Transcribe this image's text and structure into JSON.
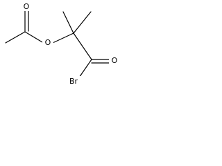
{
  "molecule": {
    "atoms": {
      "O_ester": "O",
      "O_carbonyl_top": "O",
      "O_carbonyl_right": "O",
      "Br": "Br"
    },
    "colors": {
      "bond": "#000000",
      "label": "#000000",
      "background": "#ffffff"
    }
  }
}
